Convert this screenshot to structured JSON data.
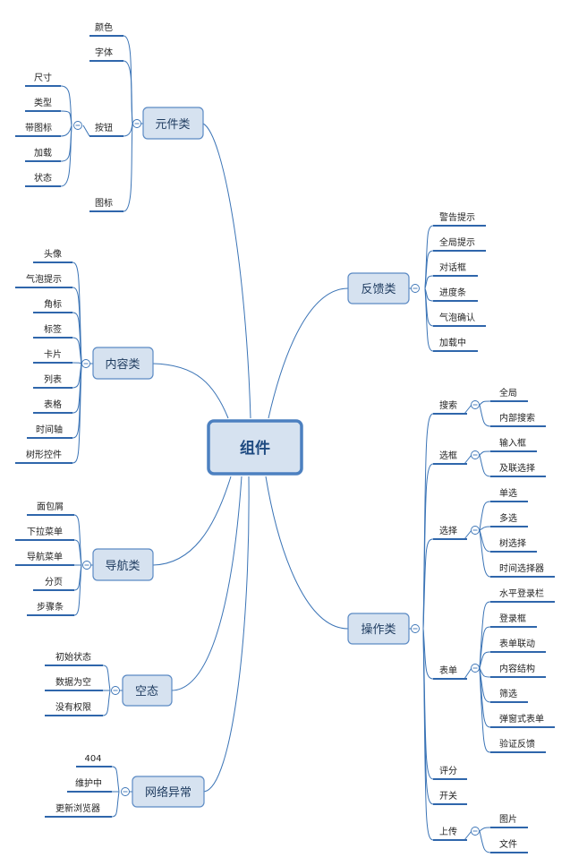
{
  "root": {
    "label": "组件"
  },
  "categories": {
    "yuanjian": {
      "label": "元件类",
      "items": {
        "yanse": "颜色",
        "ziti": "字体",
        "anniu": {
          "label": "按钮",
          "children": [
            "尺寸",
            "类型",
            "带图标",
            "加载",
            "状态"
          ]
        },
        "tubiao": "图标"
      }
    },
    "neirong": {
      "label": "内容类",
      "items": [
        "头像",
        "气泡提示",
        "角标",
        "标签",
        "卡片",
        "列表",
        "表格",
        "时间轴",
        "树形控件"
      ]
    },
    "daohang": {
      "label": "导航类",
      "items": [
        "面包屑",
        "下拉菜单",
        "导航菜单",
        "分页",
        "步骤条"
      ]
    },
    "kongtai": {
      "label": "空态",
      "items": [
        "初始状态",
        "数据为空",
        "没有权限"
      ]
    },
    "wangluo": {
      "label": "网络异常",
      "items": [
        "404",
        "维护中",
        "更新浏览器"
      ]
    },
    "fankui": {
      "label": "反馈类",
      "items": [
        "警告提示",
        "全局提示",
        "对话框",
        "进度条",
        "气泡确认",
        "加载中"
      ]
    },
    "caozuo": {
      "label": "操作类",
      "groups": {
        "sousuo": {
          "label": "搜索",
          "children": [
            "全局",
            "内部搜索"
          ]
        },
        "xuankuang": {
          "label": "选框",
          "children": [
            "输入框",
            "及联选择"
          ]
        },
        "xuanze": {
          "label": "选择",
          "children": [
            "单选",
            "多选",
            "树选择",
            "时间选择器"
          ]
        },
        "biaodan": {
          "label": "表单",
          "children": [
            "水平登录栏",
            "登录框",
            "表单联动",
            "内容结构",
            "筛选",
            "弹窗式表单",
            "验证反馈"
          ]
        },
        "pingfen": {
          "label": "评分"
        },
        "kaiguan": {
          "label": "开关"
        },
        "shangchuan": {
          "label": "上传",
          "children": [
            "图片",
            "文件"
          ]
        }
      }
    }
  }
}
